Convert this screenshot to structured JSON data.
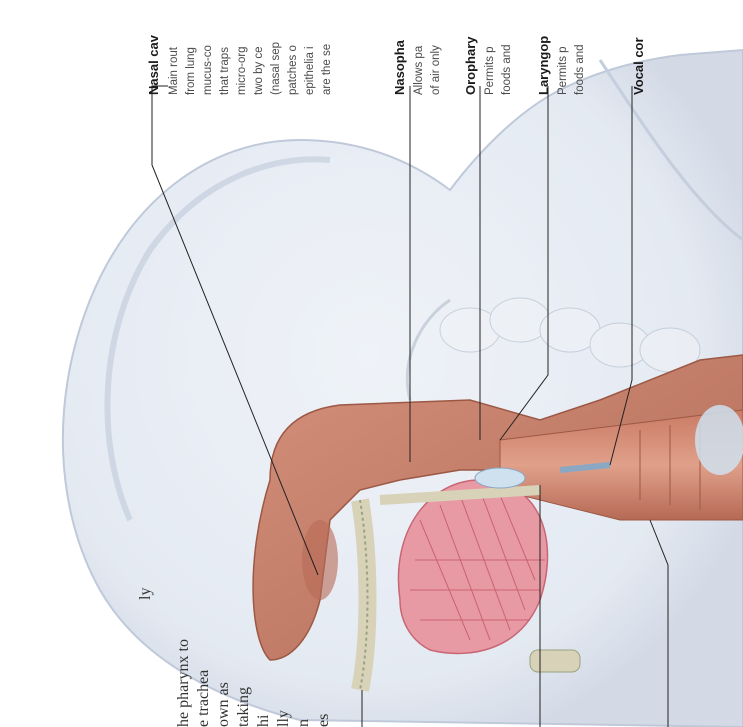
{
  "body_text_fragment": [
    "ly",
    "he pharynx to",
    "e trachea",
    "own as",
    "taking",
    "hi",
    "lly",
    "n",
    "es"
  ],
  "labels": {
    "nasal_cavity": {
      "title": "Nasal cav",
      "lines": [
        "Main rout",
        "from lung",
        "mucus-co",
        "that traps",
        "micro-org",
        "two by ce",
        "(nasal sep",
        "patches o",
        "epithelia i",
        "are the se"
      ]
    },
    "nasopharynx": {
      "title": "Nasopha",
      "lines": [
        "Allows pa",
        "of air only"
      ]
    },
    "oropharynx": {
      "title": "Orophary",
      "lines": [
        "Permits p",
        "foods and"
      ]
    },
    "laryngopharynx": {
      "title": "Laryngop",
      "lines": [
        "Permits p",
        "foods and"
      ]
    },
    "vocal_cords": {
      "title": "Vocal cor",
      "lines": []
    }
  },
  "colors": {
    "skin": "#dfe6f0",
    "skin_edge": "#b9c4d6",
    "tissue": "#c9826e",
    "tissue_dark": "#a65a48",
    "tongue": "#e9a0a8",
    "bone": "#d8d2b8",
    "cartilage": "#b8d2e6"
  }
}
